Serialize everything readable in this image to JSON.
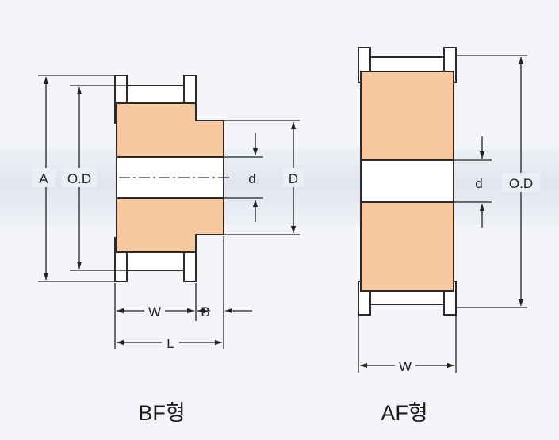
{
  "colors": {
    "body_fill": "#f7c7a0",
    "outline": "#2a2a2a",
    "background": "#f4f5f8",
    "band": "#e3e8f1"
  },
  "bf": {
    "title": "BF형",
    "label_a": "A",
    "label_od": "O.D",
    "label_d": "d",
    "label_D": "D",
    "label_w": "W",
    "label_b": "B",
    "label_l": "L"
  },
  "af": {
    "title": "AF형",
    "label_d": "d",
    "label_od": "O.D",
    "label_w": "W"
  }
}
